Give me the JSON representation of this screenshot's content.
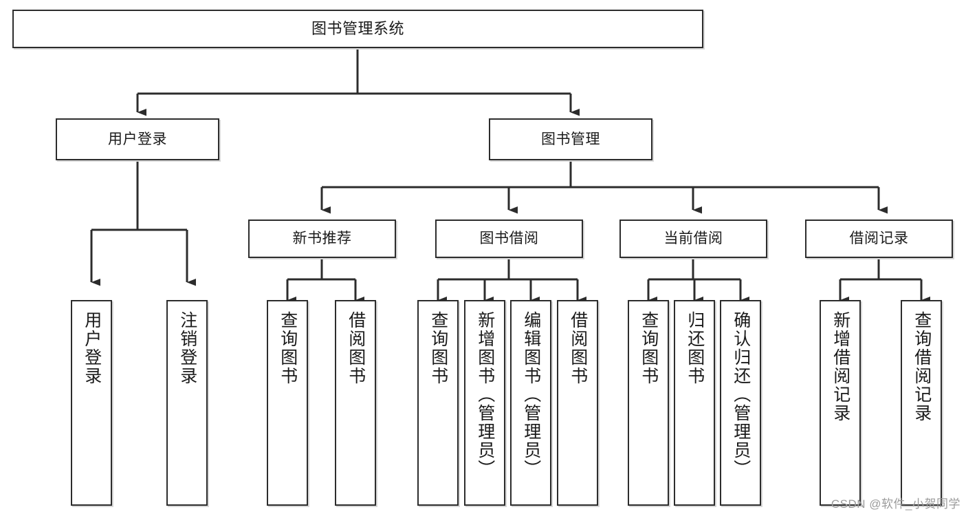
{
  "diagram": {
    "type": "tree",
    "title": "图书管理系统",
    "orientation": "top-down",
    "colors": {
      "box_border": "#2c2c2c",
      "box_fill": "#ffffff",
      "connector": "#2c2c2c",
      "background": "#ffffff",
      "watermark": "#9b9b9b"
    },
    "nodes": {
      "root": {
        "id": "root",
        "label": "图书管理系统",
        "level": 0,
        "orientation": "horizontal"
      },
      "level1": [
        {
          "id": "user-login",
          "label": "用户登录",
          "level": 1,
          "orientation": "horizontal"
        },
        {
          "id": "book-manage",
          "label": "图书管理",
          "level": 1,
          "orientation": "horizontal"
        }
      ],
      "level2": [
        {
          "id": "new-book-recommend",
          "label": "新书推荐",
          "level": 2,
          "orientation": "horizontal",
          "parent": "book-manage"
        },
        {
          "id": "book-borrow",
          "label": "图书借阅",
          "level": 2,
          "orientation": "horizontal",
          "parent": "book-manage"
        },
        {
          "id": "current-borrow",
          "label": "当前借阅",
          "level": 2,
          "orientation": "horizontal",
          "parent": "book-manage"
        },
        {
          "id": "borrow-record",
          "label": "借阅记录",
          "level": 2,
          "orientation": "horizontal",
          "parent": "book-manage"
        }
      ],
      "leaves": [
        {
          "id": "leaf-user-login",
          "label": "用户登录",
          "parent": "user-login",
          "orientation": "vertical"
        },
        {
          "id": "leaf-logout-login",
          "label": "注销登录",
          "parent": "user-login",
          "orientation": "vertical"
        },
        {
          "id": "leaf-query-book-1",
          "label": "查询图书",
          "parent": "new-book-recommend",
          "orientation": "vertical"
        },
        {
          "id": "leaf-borrow-book-1",
          "label": "借阅图书",
          "parent": "new-book-recommend",
          "orientation": "vertical"
        },
        {
          "id": "leaf-query-book-2",
          "label": "查询图书",
          "parent": "book-borrow",
          "orientation": "vertical"
        },
        {
          "id": "leaf-add-book",
          "label": "新增图书（管理员）",
          "parent": "book-borrow",
          "orientation": "vertical"
        },
        {
          "id": "leaf-edit-book",
          "label": "编辑图书（管理员）",
          "parent": "book-borrow",
          "orientation": "vertical"
        },
        {
          "id": "leaf-borrow-book-2",
          "label": "借阅图书",
          "parent": "book-borrow",
          "orientation": "vertical"
        },
        {
          "id": "leaf-query-book-3",
          "label": "查询图书",
          "parent": "current-borrow",
          "orientation": "vertical"
        },
        {
          "id": "leaf-return-book",
          "label": "归还图书",
          "parent": "current-borrow",
          "orientation": "vertical"
        },
        {
          "id": "leaf-confirm-return",
          "label": "确认归还（管理员）",
          "parent": "current-borrow",
          "orientation": "vertical"
        },
        {
          "id": "leaf-add-record",
          "label": "新增借阅记录",
          "parent": "borrow-record",
          "orientation": "vertical"
        },
        {
          "id": "leaf-query-record",
          "label": "查询借阅记录",
          "parent": "borrow-record",
          "orientation": "vertical"
        }
      ]
    },
    "watermark": "CSDN @软件_小贺同学"
  }
}
